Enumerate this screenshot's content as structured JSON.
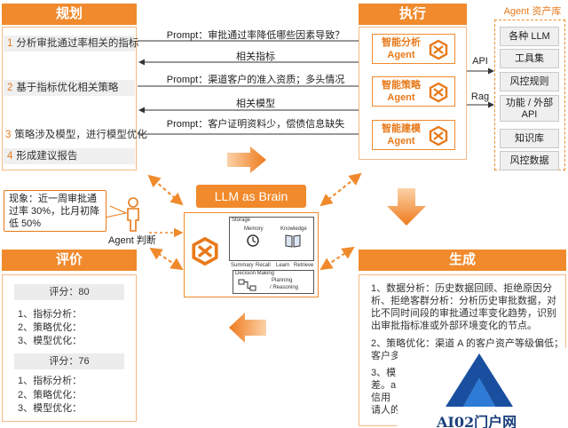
{
  "plan": {
    "title": "规划",
    "steps": [
      {
        "num": "1",
        "text": "分析审批通过率相关的指标"
      },
      {
        "num": "2",
        "text": "基于指标优化相关策略"
      },
      {
        "num": "3",
        "text": "策略涉及模型，进行模型优化"
      },
      {
        "num": "4",
        "text": "形成建议报告"
      }
    ]
  },
  "messages": {
    "prompt1": "Prompt：审批通过率降低哪些因素导致？",
    "reply1": "相关指标",
    "prompt2": "Prompt：渠道客户的准入资质；多头情况",
    "reply2": "相关模型",
    "prompt3": "Prompt：客户证明资料少，偿债信息缺失"
  },
  "execute": {
    "title": "执行",
    "agents": [
      "智能分析 Agent",
      "智能策略 Agent",
      "智能建模 Agent"
    ]
  },
  "links": {
    "api": "API",
    "rag": "Rag"
  },
  "assets": {
    "title": "Agent 资产库",
    "items": [
      "各种 LLM",
      "工具集",
      "风控规则",
      "功能 / 外部 API",
      "知识库",
      "风控数据"
    ]
  },
  "phenomenon": {
    "text": "现象：近一周审批通过率 30%，比月初降低 50%",
    "agent_label": "Agent 判断"
  },
  "brain": {
    "title": "LLM as Brain",
    "storage": "Storage",
    "memory": "Memory",
    "knowledge": "Knowledge",
    "summary": "Summary",
    "recall": "Recall",
    "learn": "Learn",
    "retrieve": "Retrieve",
    "decision": "Decision Making",
    "planning": "Planning",
    "reasoning": "/ Reasoning"
  },
  "evaluate": {
    "title": "评价",
    "rounds": [
      {
        "score": "评分：80",
        "items": [
          "1、指标分析：",
          "2、策略优化：",
          "3、模型优化："
        ]
      },
      {
        "score": "评分：76",
        "items": [
          "1、指标分析：",
          "2、策略优化：",
          "3、模型优化："
        ]
      }
    ]
  },
  "generate": {
    "title": "生成",
    "p1": "1、数据分析：历史数据回顾、拒绝原因分析、拒绝客群分析：分析历史审批数据，对比不同时间段的审批通过率变化趋势，识别出审批指标准或外部环境变化的节点。",
    "p2": "2、策略优化：渠道 A 的客户资产等级偏低；客户多头借贷机构偏多。",
    "p3_lines": [
      "3、模",
      "差。a",
      "信用",
      "请人的"
    ]
  },
  "watermark": {
    "text": "AI02门户网"
  },
  "colors": {
    "accent": "#f08a2c",
    "panel_border": "#f3b985",
    "brand_blue": "#1a4fa0"
  }
}
